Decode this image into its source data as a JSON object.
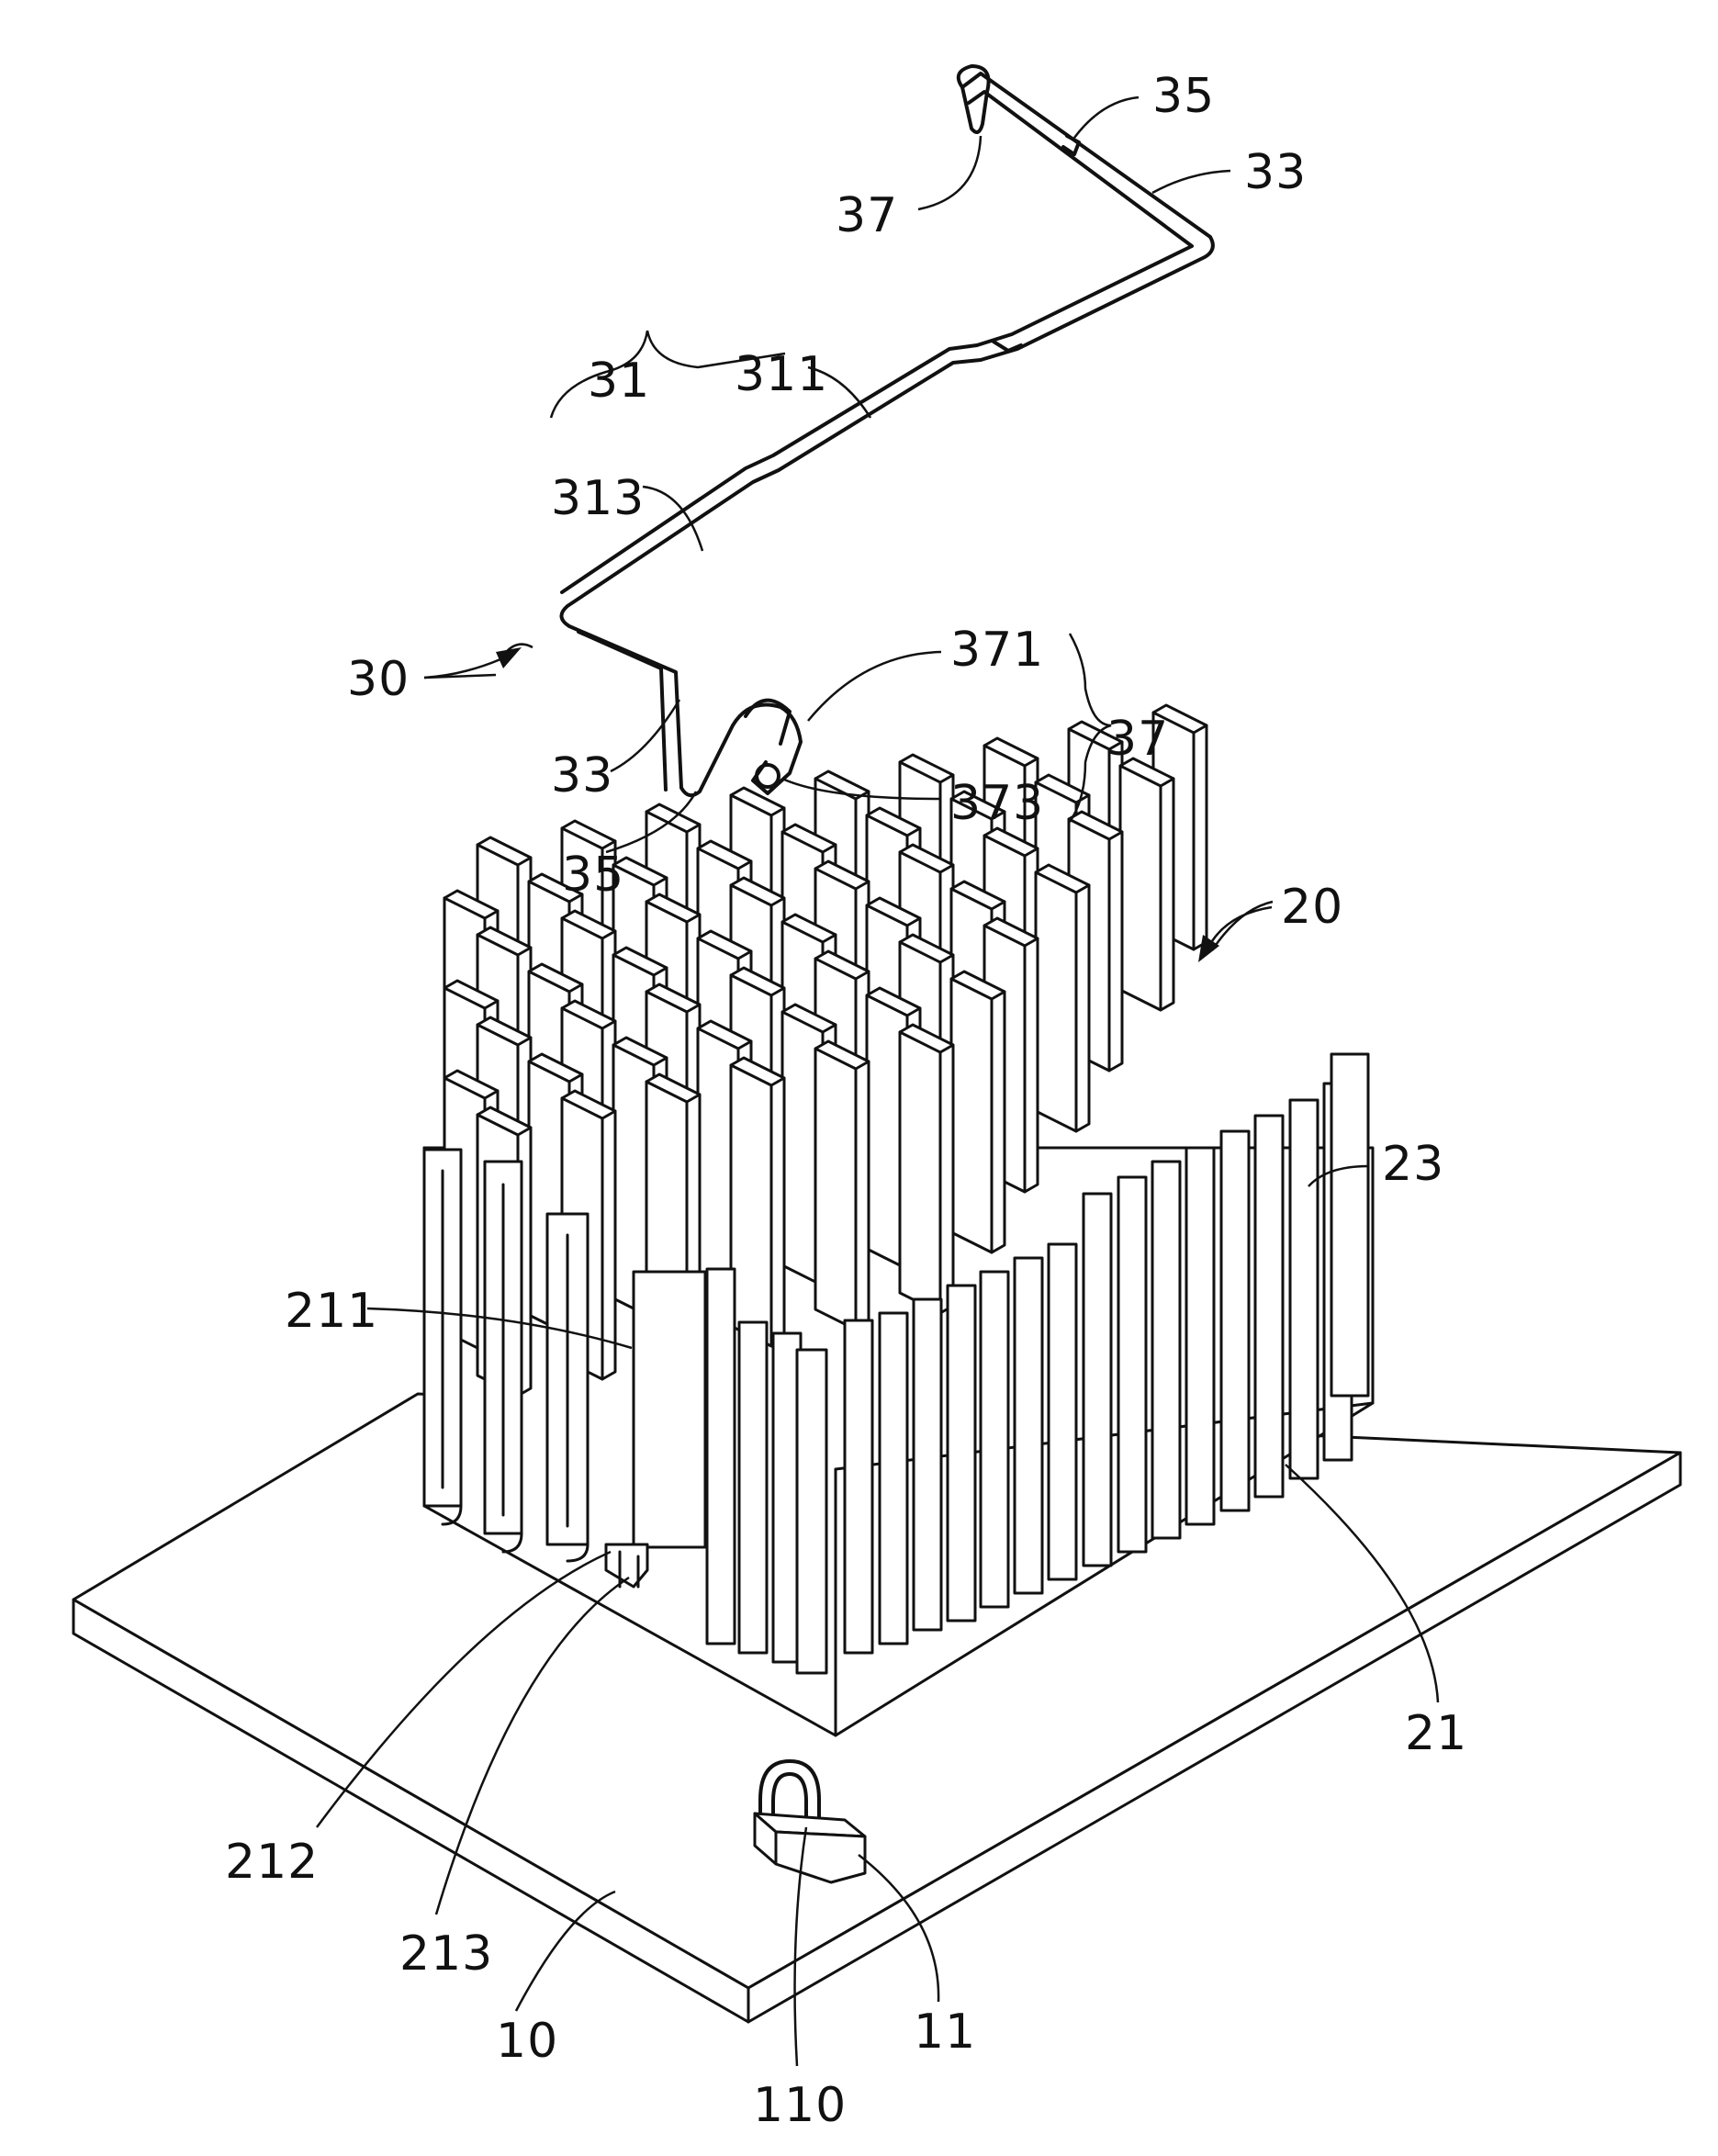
{
  "figure": {
    "labels": {
      "l35_top": "35",
      "l33_top": "33",
      "l37_top": "37",
      "l31": "31",
      "l311": "311",
      "l313": "313",
      "l30": "30",
      "l371": "371",
      "l37_right": "37",
      "l33_left": "33",
      "l373": "373",
      "l35_bottom": "35",
      "l20": "20",
      "l23": "23",
      "l211": "211",
      "l21": "21",
      "l212": "212",
      "l213": "213",
      "l10": "10",
      "l11": "11",
      "l110": "110"
    }
  }
}
